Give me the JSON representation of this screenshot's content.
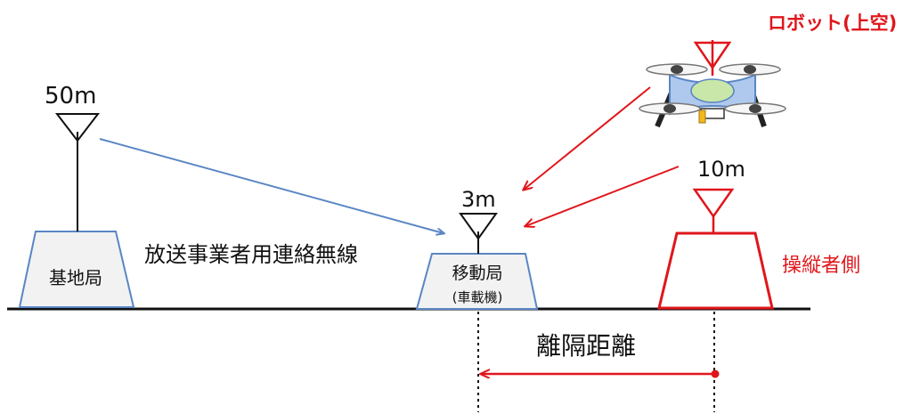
{
  "colors": {
    "red": "#E0161B",
    "blue": "#5A86C4",
    "black": "#111111",
    "station_fill": "#F2F2F2",
    "drone_body": "#AFC9EE"
  },
  "labels": {
    "robot": "ロボット(上空)",
    "base_height": "50m",
    "base_station": "基地局",
    "link_name": "放送事業者用連絡無線",
    "mobile_height": "3m",
    "mobile_station": "移動局",
    "mobile_sub": "(車載機)",
    "operator_height": "10m",
    "operator_side": "操縦者側",
    "separation": "離隔距離"
  }
}
